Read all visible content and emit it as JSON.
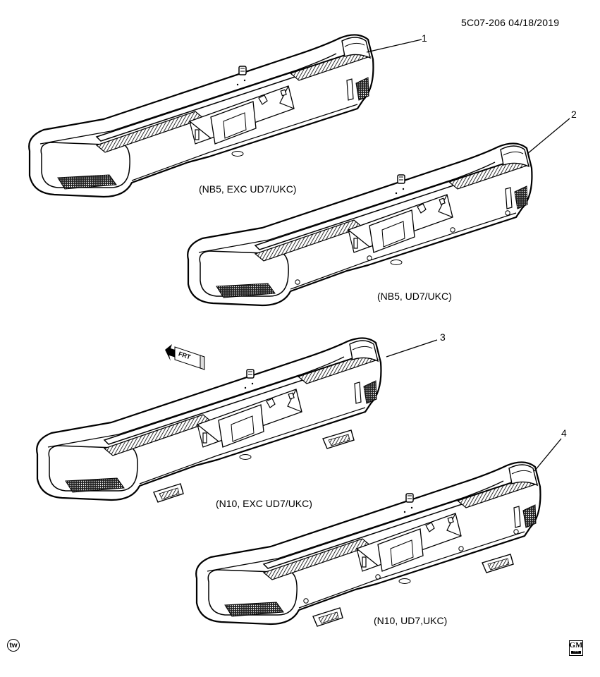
{
  "header": {
    "drawing_id": "5C07-206  04/18/2019"
  },
  "bumpers": [
    {
      "callout": "1",
      "caption": "(NB5, EXC UD7/UKC)",
      "hitch_receivers": false
    },
    {
      "callout": "2",
      "caption": "(NB5, UD7/UKC)",
      "hitch_receivers": false
    },
    {
      "callout": "3",
      "caption": "(N10, EXC UD7/UKC)",
      "hitch_receivers": true
    },
    {
      "callout": "4",
      "caption": "(N10, UD7,UKC)",
      "hitch_receivers": true
    }
  ],
  "front_arrow": {
    "text": "FRT",
    "icon": "front-direction-arrow-icon"
  },
  "footer": {
    "badge": "tw",
    "logo_text": "GM",
    "logo_subtext": "SPA"
  }
}
